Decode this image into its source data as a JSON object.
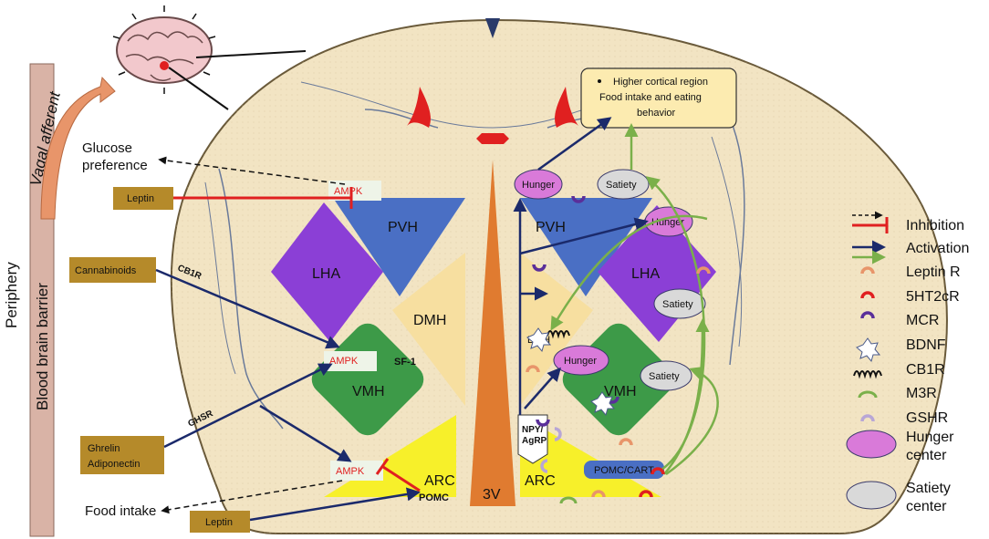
{
  "labels": {
    "vagal_afferent": "Vagal afferent",
    "periphery": "Periphery",
    "bbb": "Blood brain barrier",
    "glucose_pref_1": "Glucose",
    "glucose_pref_2": "preference",
    "food_intake": "Food intake",
    "cortical_1": "Higher cortical region",
    "cortical_2": "Food intake and eating",
    "cortical_3": "behavior",
    "sf1": "SF-1",
    "cb1r": "CB1R",
    "ghsr": "GHSR",
    "ampk": "AMPK",
    "npy_1": "NPY/",
    "npy_2": "AgRP",
    "pomc": "POMC",
    "pomc_cart": "POMC/CART",
    "third_ventricle": "3V"
  },
  "boxes": {
    "leptin_top": "Leptin",
    "cannabinoids": "Cannabinoids",
    "ghrelin_1": "Ghrelin",
    "ghrelin_2": "Adiponectin",
    "leptin_bottom": "Leptin"
  },
  "nuclei": {
    "pvh": "PVH",
    "lha": "LHA",
    "dmh": "DMH",
    "vmh": "VMH",
    "arc": "ARC"
  },
  "centers": {
    "hunger": "Hunger",
    "satiety": "Satiety"
  },
  "legend": [
    {
      "label": "Inhibition",
      "icon": "inhibition-icon"
    },
    {
      "label": "Activation",
      "icon": "activation-icon"
    },
    {
      "label": "Leptin R",
      "icon": "leptin-r-icon"
    },
    {
      "label": "5HT2cR",
      "icon": "5ht2cr-icon"
    },
    {
      "label": "MCR",
      "icon": "mcr-icon"
    },
    {
      "label": "BDNF",
      "icon": "bdnf-icon"
    },
    {
      "label": "CB1R",
      "icon": "cb1r-icon"
    },
    {
      "label": "M3R",
      "icon": "m3r-icon"
    },
    {
      "label": "GSHR",
      "icon": "gshr-icon"
    },
    {
      "label": "Hunger",
      "label2": "center",
      "icon": "hunger-center-icon"
    },
    {
      "label": "Satiety",
      "label2": "center",
      "icon": "satiety-center-icon"
    }
  ],
  "colors": {
    "tissue": "#f2e4c3",
    "pvh": "#4a6fc4",
    "lha": "#8b3fd6",
    "dmh": "#f7dfa0",
    "vmh": "#3d9a48",
    "arc": "#f7f02a",
    "ventricle": "#e07b30",
    "box": "#b58a2a",
    "hunger": "#d97ad9",
    "satiety": "#d9d9d9",
    "activation": "#1b2a6b",
    "inhibition": "#e02020",
    "green_arrow": "#7ab04a",
    "bbb": "#d9b3a6"
  }
}
